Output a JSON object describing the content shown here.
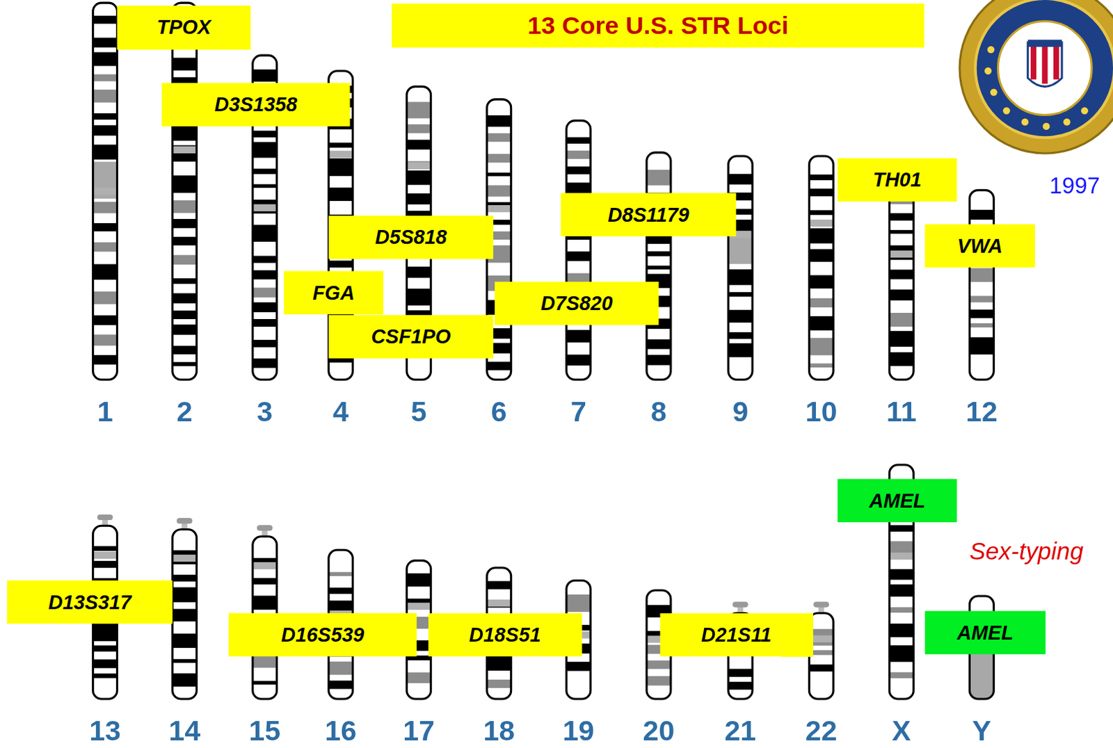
{
  "diagram": {
    "title": "13 Core U.S. STR Loci",
    "nodes": [
      {
        "text": [
          "TPOX"
        ]
      },
      {
        "text": [
          "D3S1358"
        ]
      },
      {
        "text": [
          "TH01"
        ]
      },
      {
        "text": [
          "D8S1179"
        ]
      },
      {
        "text": [
          "D5S818"
        ]
      },
      {
        "text": [
          "VWA"
        ]
      },
      {
        "text": [
          "FGA"
        ]
      },
      {
        "text": [
          "D7S820"
        ]
      },
      {
        "text": [
          "CSF1PO"
        ]
      },
      {
        "text": [
          "AMEL"
        ]
      },
      {
        "text": [
          "D13S317"
        ]
      },
      {
        "text": [
          "D16S539"
        ]
      },
      {
        "text": [
          "D18S51"
        ]
      },
      {
        "text": [
          "D21S11"
        ]
      },
      {
        "text": [
          "AMEL"
        ]
      }
    ],
    "labels": [
      "1997",
      "1",
      "2",
      "3",
      "4",
      "5",
      "6",
      "7",
      "8",
      "9",
      "10",
      "11",
      "12",
      "Sex-typing",
      "13",
      "14",
      "15",
      "16",
      "17",
      "18",
      "19",
      "20",
      "21",
      "22",
      "X",
      "Y"
    ]
  }
}
